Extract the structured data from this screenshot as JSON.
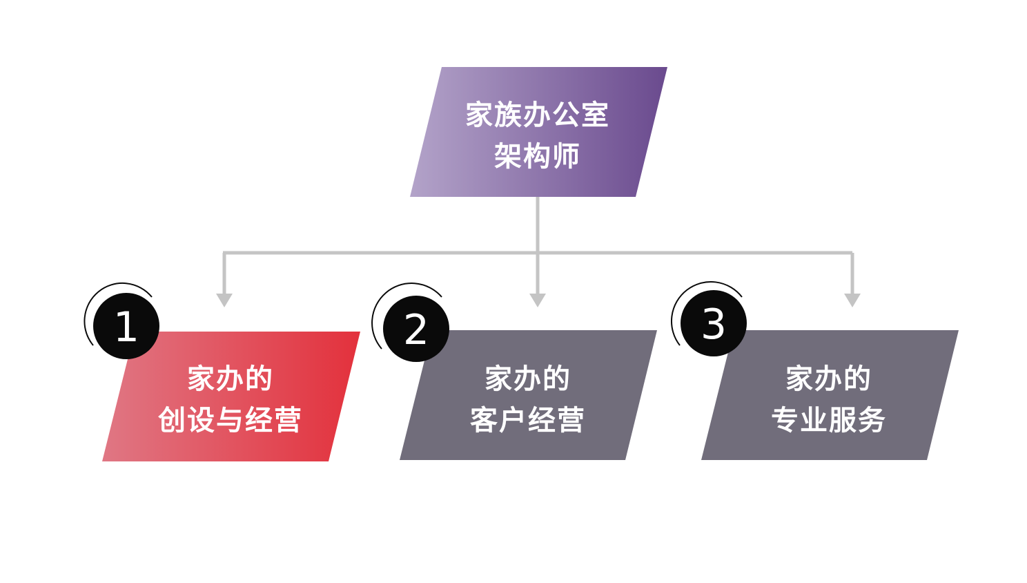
{
  "root": {
    "lines": [
      "家族办公室",
      "架构师"
    ],
    "gradient": [
      "#b3a3c9",
      "#6a4a8e"
    ]
  },
  "children": [
    {
      "number": "1",
      "lines": [
        "家办的",
        "创设与经营"
      ],
      "gradient": [
        "#e07784",
        "#e3313c"
      ]
    },
    {
      "number": "2",
      "lines": [
        "家办的",
        "客户经营"
      ],
      "color": "#716d7b"
    },
    {
      "number": "3",
      "lines": [
        "家办的",
        "专业服务"
      ],
      "color": "#716d7b"
    }
  ],
  "connector_color": "#c4c4c4",
  "badge_color": "#0a0a0a"
}
